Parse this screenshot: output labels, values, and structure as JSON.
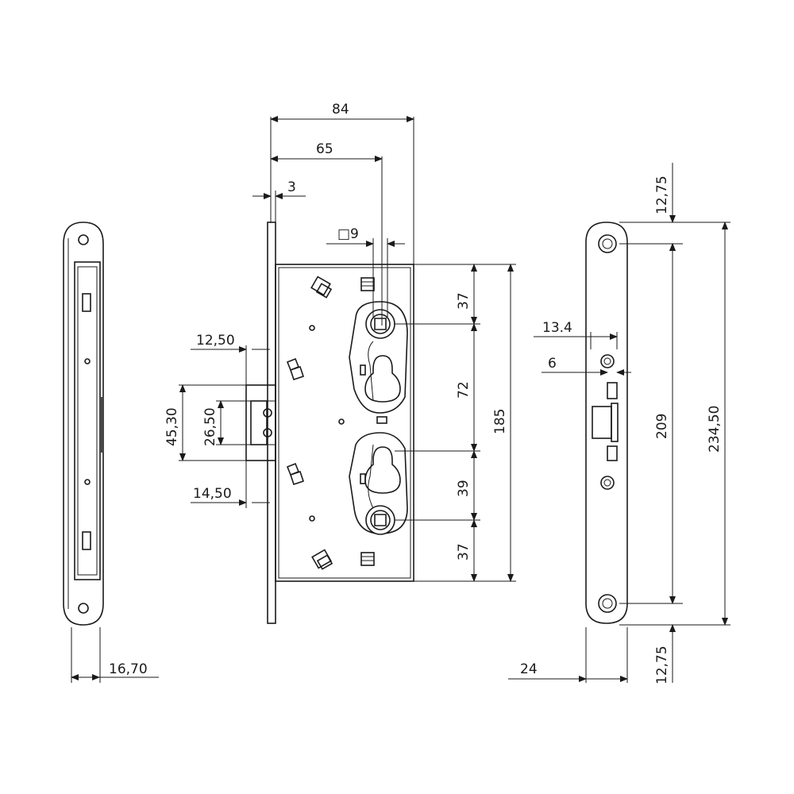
{
  "dimensions": {
    "side_view": {
      "thickness": "16,70"
    },
    "body": {
      "total_width": "84",
      "backset": "65",
      "faceplate_thickness": "3",
      "spindle_square": "□9",
      "latch_projection": "12,50",
      "bolt_projection": "14,50",
      "bolt_height_outer": "45,30",
      "bolt_height_inner": "26,50",
      "top_to_follower": "37",
      "follower_to_cylinder": "72",
      "cylinder_to_lower": "39",
      "lower_to_bottom": "37",
      "body_height": "185"
    },
    "faceplate": {
      "hole_top_margin": "12,75",
      "hole_bottom_margin": "12,75",
      "hole_spacing": "209",
      "total_length": "234,50",
      "width": "24",
      "offset_a": "13.4",
      "offset_b": "6"
    }
  }
}
